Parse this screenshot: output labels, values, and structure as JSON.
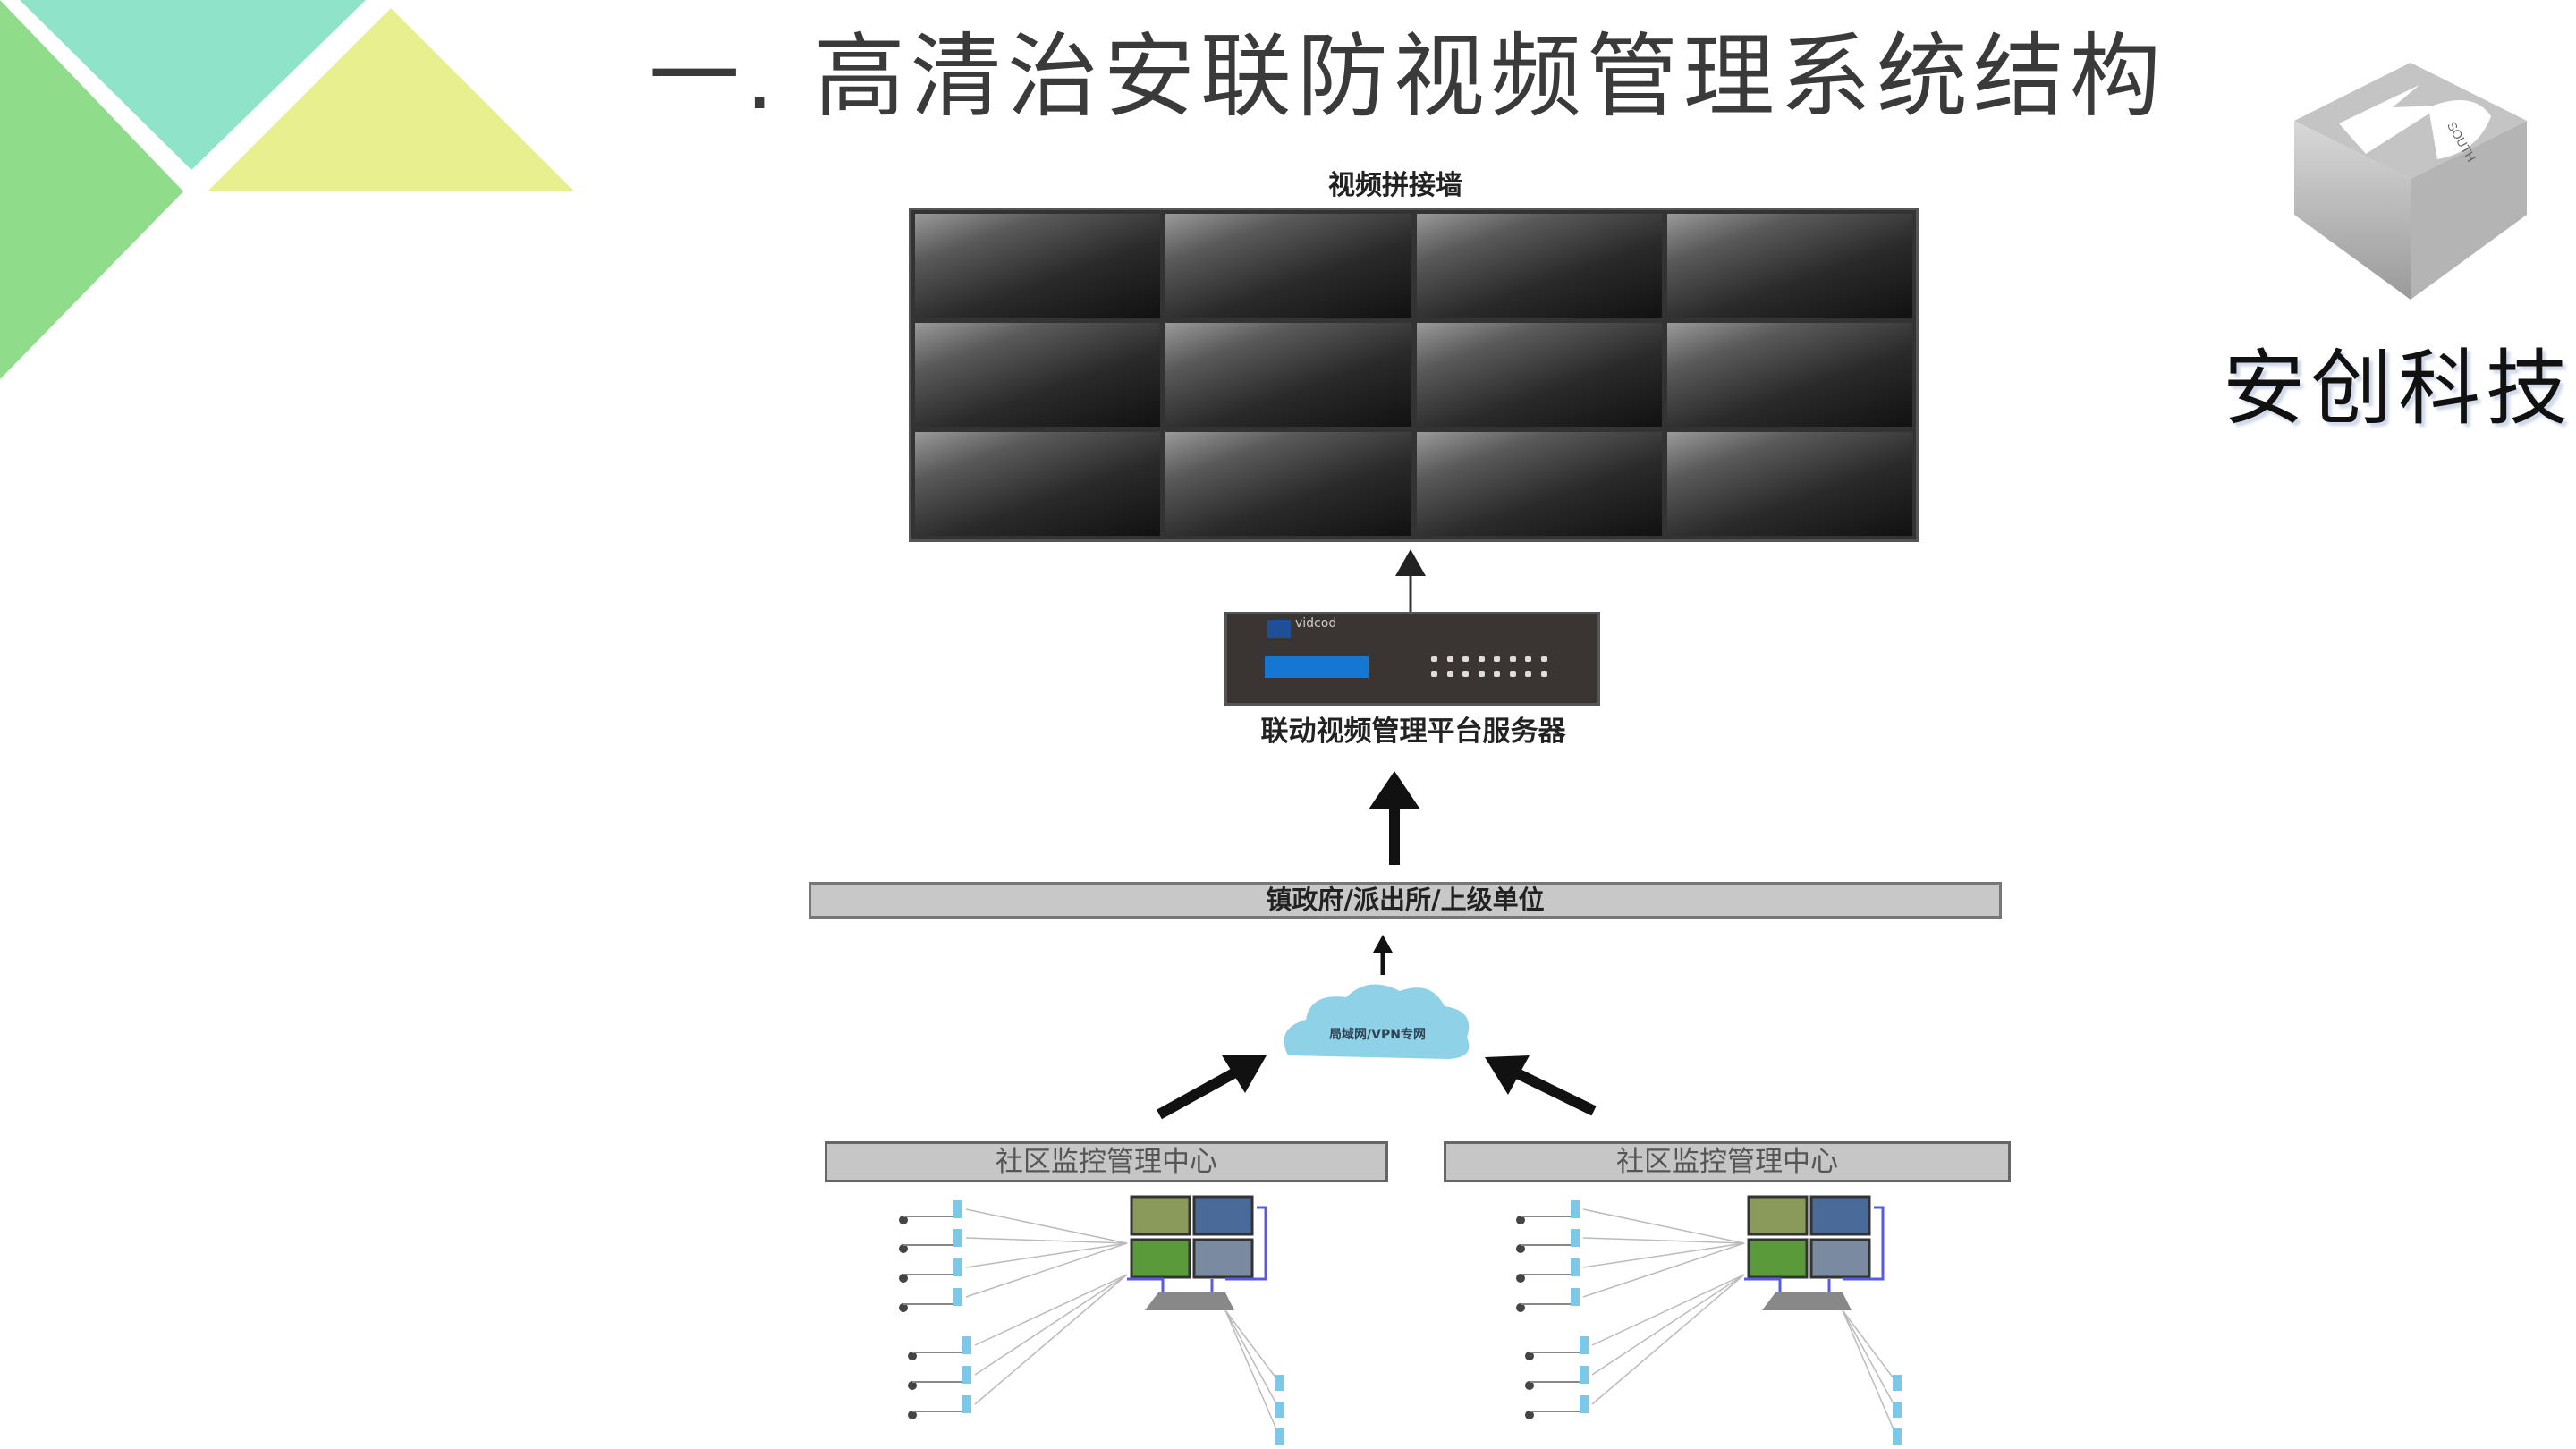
{
  "slide": {
    "title": "一. 高清治安联防视频管理系统结构",
    "logo": {
      "text": "安创科技",
      "mark_text": "SOUTH"
    },
    "colors": {
      "teal": "#8fe3c8",
      "yellow": "#e8ef8f",
      "green": "#8fdc8a",
      "cloud": "#8fd2e8",
      "screen_blue": "#1677d2"
    }
  },
  "diagram": {
    "video_wall_label": "视频拼接墙",
    "video_wall": {
      "rows": 3,
      "cols": 4
    },
    "server": {
      "label": "联动视频管理平台服务器",
      "brand": "vidcod"
    },
    "gov_bar_label": "镇政府/派出所/上级单位",
    "cloud_label": "局域网/VPN专网",
    "communities": [
      {
        "label": "社区监控管理中心"
      },
      {
        "label": "社区监控管理中心"
      }
    ]
  }
}
